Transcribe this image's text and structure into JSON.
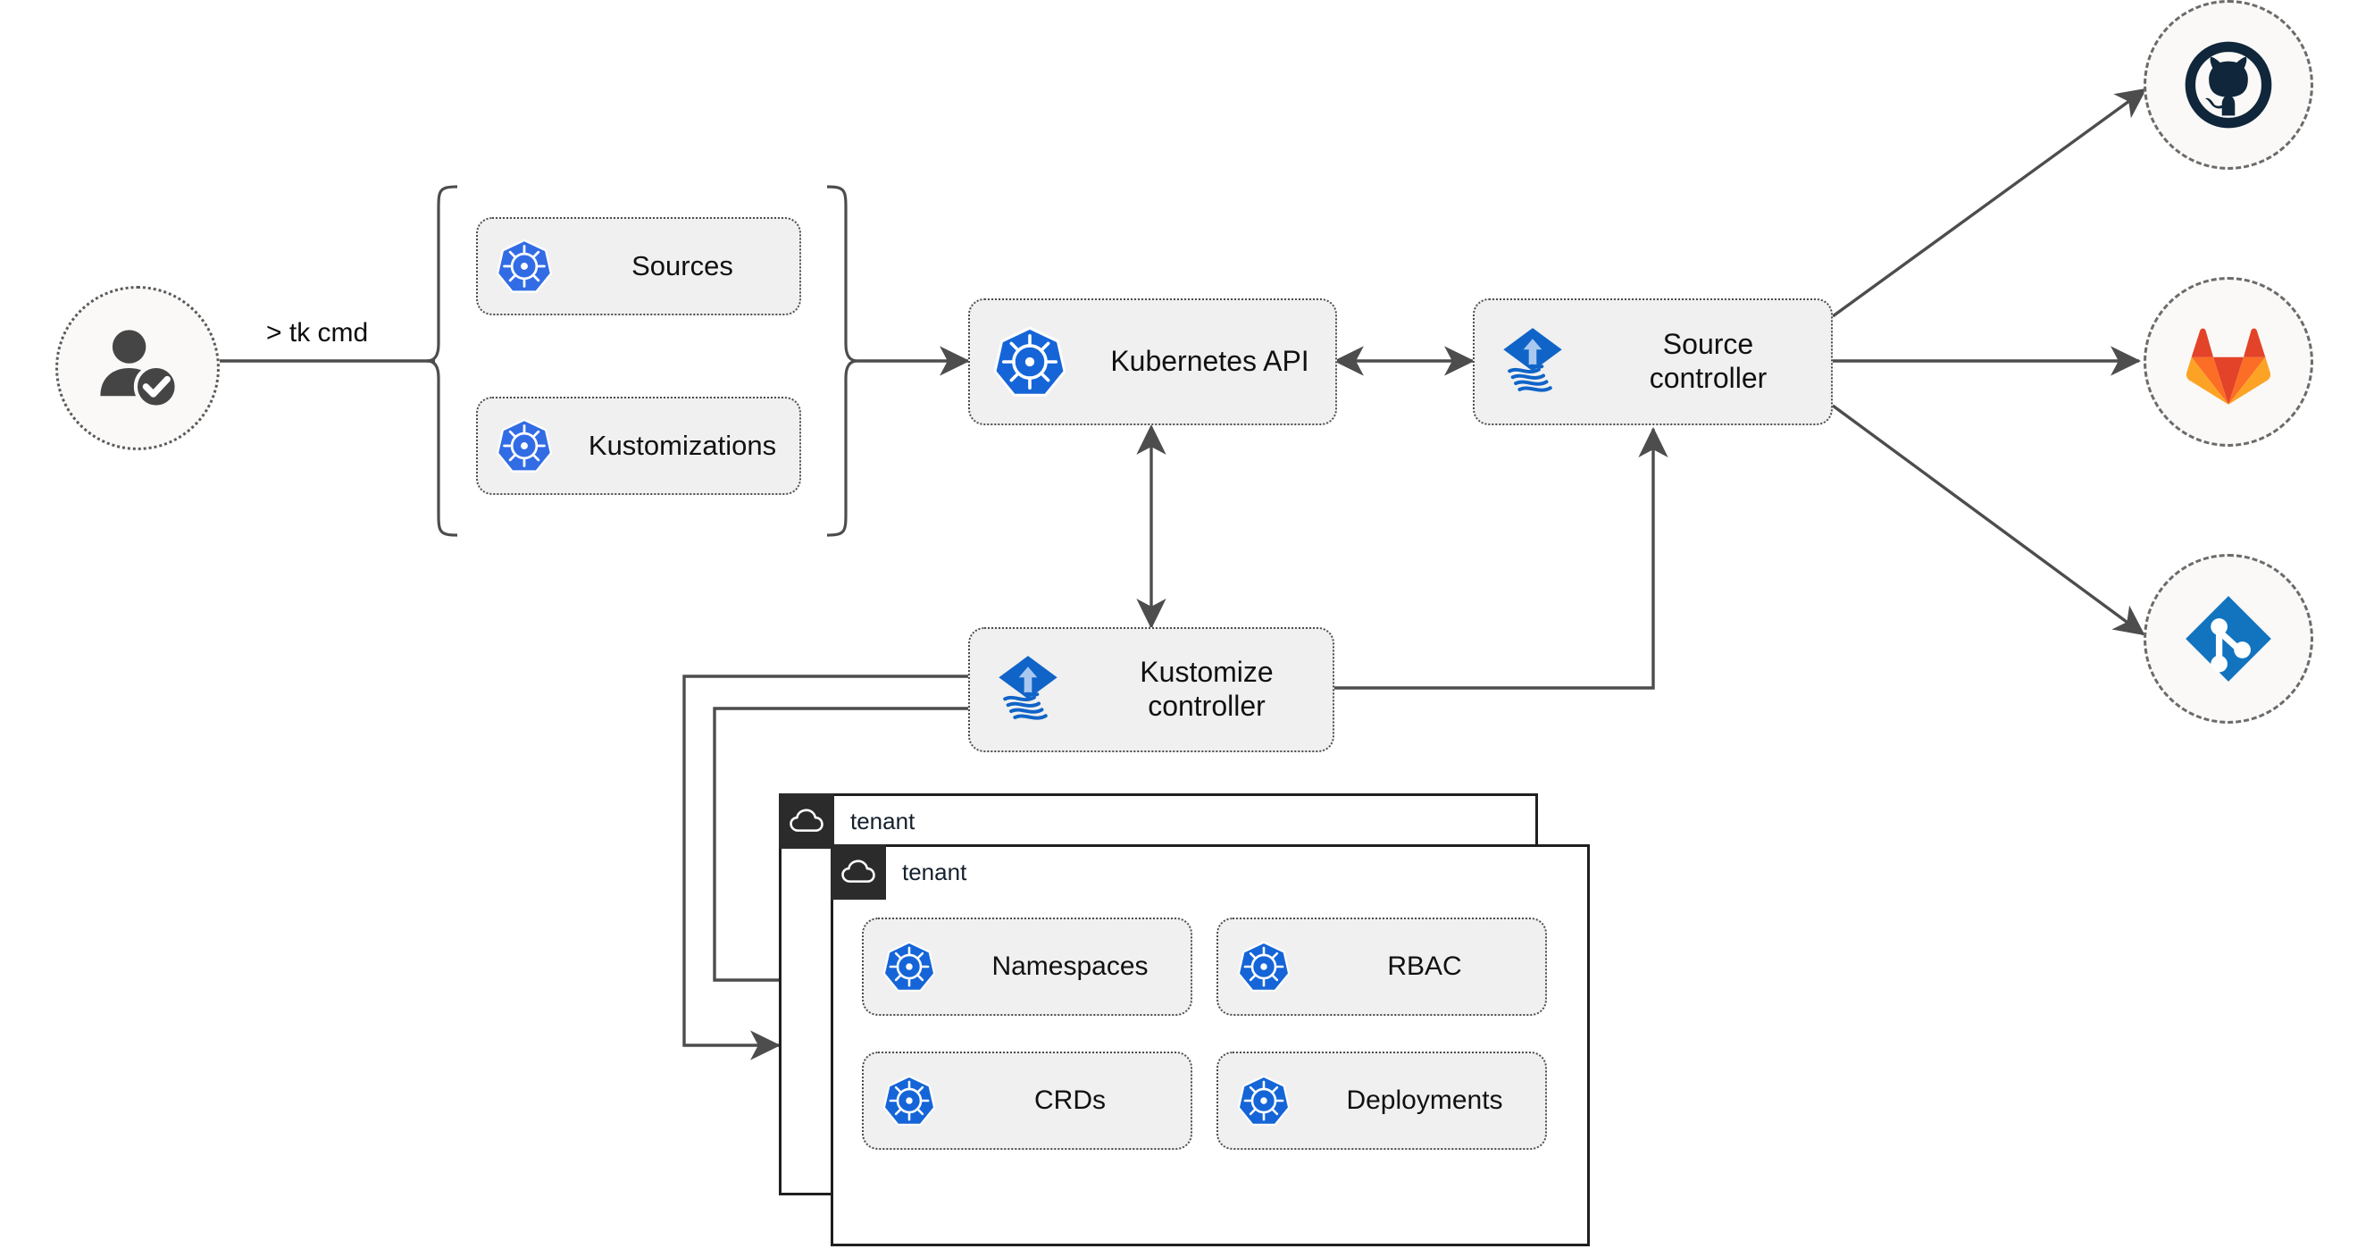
{
  "diagram": {
    "title": "Flux multi-tenancy GitOps architecture",
    "background": "#ffffff",
    "accent_blue": "#326ce5",
    "flux_blue": "#1064c8",
    "arrow_color": "#4d4d4d",
    "chip_fill": "#f0f0f0",
    "tenant_header_fill": "#2b2b2b"
  },
  "actor": {
    "name": "user-verified",
    "icon": "user-check-icon",
    "command_label": "> tk cmd"
  },
  "resource_group": {
    "brace": "curly-brace",
    "items": [
      {
        "label": "Sources",
        "icon": "kubernetes-icon"
      },
      {
        "label": "Kustomizations",
        "icon": "kubernetes-icon"
      }
    ]
  },
  "cluster": {
    "api": {
      "label": "Kubernetes API",
      "icon": "kubernetes-icon"
    },
    "controllers": [
      {
        "label": "Source\ncontroller",
        "icon": "flux-icon"
      },
      {
        "label": "Kustomize\ncontroller",
        "icon": "flux-icon"
      }
    ]
  },
  "git_providers": [
    {
      "label": "github",
      "icon": "github-icon"
    },
    {
      "label": "gitlab",
      "icon": "gitlab-icon"
    },
    {
      "label": "git",
      "icon": "git-icon"
    }
  ],
  "tenants": [
    {
      "title": "tenant",
      "icon": "cloud-icon"
    },
    {
      "title": "tenant",
      "icon": "cloud-icon"
    }
  ],
  "tenant_resources": [
    {
      "label": "Namespaces",
      "icon": "kubernetes-icon"
    },
    {
      "label": "RBAC",
      "icon": "kubernetes-icon"
    },
    {
      "label": "CRDs",
      "icon": "kubernetes-icon"
    },
    {
      "label": "Deployments",
      "icon": "kubernetes-icon"
    }
  ],
  "connections": [
    {
      "from": "user-verified",
      "to": "resource-group",
      "kind": "line",
      "label": "> tk cmd"
    },
    {
      "from": "resource-group",
      "to": "kubernetes-api",
      "kind": "arrow"
    },
    {
      "from": "kubernetes-api",
      "to": "source-controller",
      "kind": "double-arrow"
    },
    {
      "from": "kubernetes-api",
      "to": "kustomize-controller",
      "kind": "double-arrow"
    },
    {
      "from": "kustomize-controller",
      "to": "source-controller",
      "kind": "arrow"
    },
    {
      "from": "source-controller",
      "to": "github",
      "kind": "arrow"
    },
    {
      "from": "source-controller",
      "to": "gitlab",
      "kind": "arrow"
    },
    {
      "from": "source-controller",
      "to": "git",
      "kind": "arrow"
    },
    {
      "from": "kustomize-controller",
      "to": "tenant-1",
      "kind": "arrow"
    },
    {
      "from": "kustomize-controller",
      "to": "tenant-2",
      "kind": "arrow"
    }
  ]
}
